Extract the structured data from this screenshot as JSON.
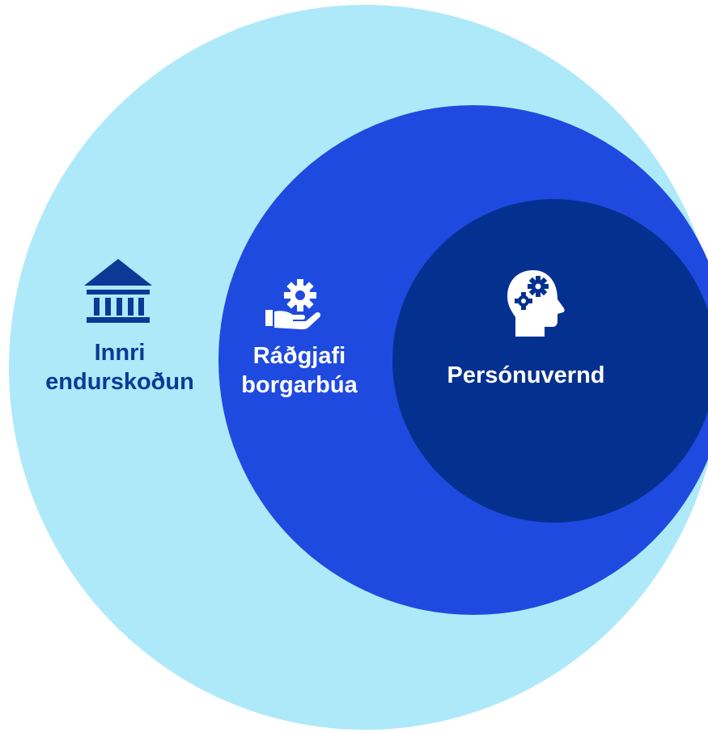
{
  "colors": {
    "outer_fill": "#aee9fa",
    "middle_fill": "#1f4ae0",
    "inner_fill": "#04318f",
    "outer_text": "#0c3896",
    "light_text": "#ffffff"
  },
  "circles": [
    {
      "id": "outer",
      "label_lines": [
        "Innri",
        "endurskoðun"
      ],
      "icon": "bank-building-icon"
    },
    {
      "id": "middle",
      "label_lines": [
        "Ráðgjafi",
        "borgarbúa"
      ],
      "icon": "hand-gear-icon"
    },
    {
      "id": "inner",
      "label_lines": [
        "Persónuvernd"
      ],
      "icon": "head-gears-icon"
    }
  ]
}
